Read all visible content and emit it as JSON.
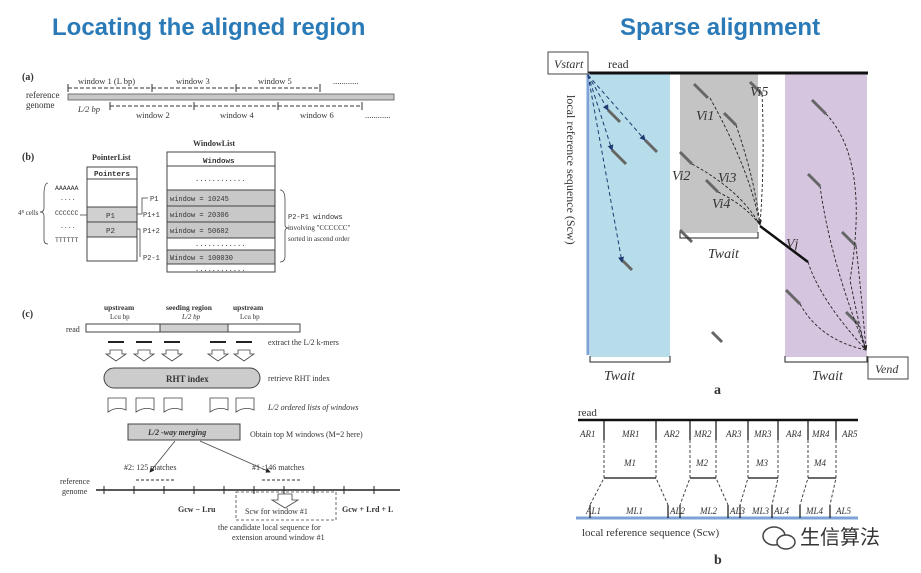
{
  "headers": {
    "left": "Locating the aligned region",
    "right": "Sparse alignment"
  },
  "panel_a": {
    "label": "(a)",
    "ref_genome": [
      "reference",
      "genome"
    ],
    "half": "L/2 bp",
    "windows_top": [
      "window 1 (L bp)",
      "window 3",
      "window 5",
      "............"
    ],
    "windows_bot": [
      "window 2",
      "window 4",
      "window 6",
      "............"
    ]
  },
  "panel_b": {
    "label": "(b)",
    "pointer_list": "PointerList",
    "window_list": "WindowList",
    "pointers_hdr": "Pointers",
    "windows_hdr": "Windows",
    "cells_label": "4⁸ cells",
    "kmers": [
      "AAAAAA",
      "....",
      "CCCCCC",
      "....",
      "TTTTTT"
    ],
    "pointers": [
      "P1",
      "P2"
    ],
    "rows": [
      "P1",
      "P1+1",
      "P1+2",
      "P2-1"
    ],
    "row_vals": [
      "window = 10245",
      "window = 20306",
      "window = 50602",
      "Window = 100030"
    ],
    "dots": "............",
    "desc": [
      "P2-P1  windows",
      "involving \"CCCCCC\"",
      "sorted in ascend order"
    ]
  },
  "panel_c": {
    "label": "(c)",
    "read": "read",
    "upstream": "upstream",
    "seeding": "seeding region",
    "lcu": "Lcu bp",
    "l2": "L/2 bp",
    "steps": [
      "extract the L/2 k-mers",
      "retrieve RHT index",
      "L/2 ordered lists of windows",
      "Obtain top M windows (M=2 here)"
    ],
    "rht": "RHT index",
    "merging": "L/2 -way merging",
    "m2": "#2: 125 matches",
    "m1": "#1 :146 matches",
    "ref_genome": [
      "reference",
      "genome"
    ],
    "gleft": "Gcw − Lru",
    "gright": "Gcw + Lrd + L",
    "scw": "Scw for window #1",
    "cand": [
      "the candidate local sequence for",
      "extension around window #1"
    ]
  },
  "sparse_a": {
    "vstart": "Vstart",
    "vend": "Vend",
    "read": "read",
    "yaxis": "local reference sequence (Scw)",
    "vertices": [
      "Vi1",
      "Vi2",
      "Vi3",
      "Vi4",
      "Vi5",
      "Vj"
    ],
    "twait": "Twait",
    "caption": "a"
  },
  "sparse_b": {
    "read": "read",
    "ar": [
      "AR1",
      "AR2",
      "AR3",
      "AR4",
      "AR5"
    ],
    "mr": [
      "MR1",
      "MR2",
      "MR3",
      "MR4"
    ],
    "m": [
      "M1",
      "M2",
      "M3",
      "M4"
    ],
    "al": [
      "AL1",
      "AL2",
      "AL3",
      "AL4",
      "AL5"
    ],
    "ml": [
      "ML1",
      "ML2",
      "ML3",
      "ML4"
    ],
    "ref": "local reference sequence (Scw)",
    "caption": "b"
  },
  "watermark": "生信算法",
  "colors": {
    "header": "#2a7ab8",
    "blue_band": "#b6dde9",
    "gray_band": "#c4c4c4",
    "purple_band": "#d6c5df",
    "box": "#d0d0d0"
  }
}
